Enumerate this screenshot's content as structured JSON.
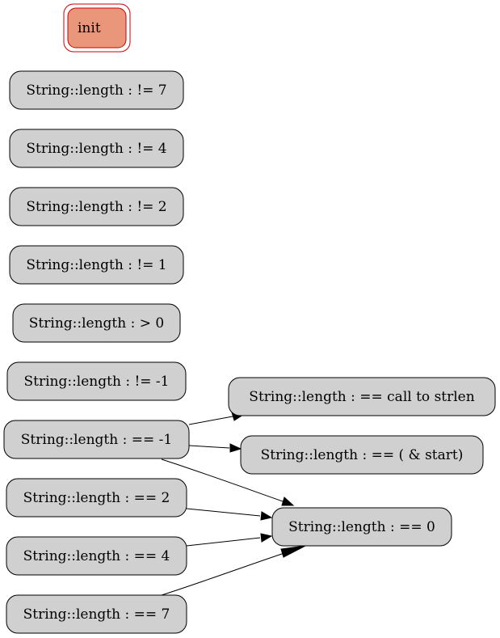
{
  "graph": {
    "nodes": [
      {
        "id": "init",
        "label": "init",
        "style": "initial"
      },
      {
        "id": "ne7",
        "label": "String::length : != 7"
      },
      {
        "id": "ne4",
        "label": "String::length : != 4"
      },
      {
        "id": "ne2",
        "label": "String::length : != 2"
      },
      {
        "id": "ne1",
        "label": "String::length : != 1"
      },
      {
        "id": "gt0",
        "label": "String::length : > 0"
      },
      {
        "id": "neNeg1",
        "label": "String::length : != -1"
      },
      {
        "id": "eqNeg1",
        "label": "String::length : == -1"
      },
      {
        "id": "eq2",
        "label": "String::length : == 2"
      },
      {
        "id": "eq4",
        "label": "String::length : == 4"
      },
      {
        "id": "eq7",
        "label": "String::length : == 7"
      },
      {
        "id": "strlen",
        "label": "String::length : == call to strlen"
      },
      {
        "id": "start",
        "label": "String::length : == ( & start)"
      },
      {
        "id": "eq0",
        "label": "String::length : == 0"
      }
    ],
    "edges": [
      {
        "from": "eqNeg1",
        "to": "strlen"
      },
      {
        "from": "eqNeg1",
        "to": "start"
      },
      {
        "from": "eqNeg1",
        "to": "eq0"
      },
      {
        "from": "eq2",
        "to": "eq0"
      },
      {
        "from": "eq4",
        "to": "eq0"
      },
      {
        "from": "eq7",
        "to": "eq0"
      }
    ],
    "colors": {
      "node_fill": "#d0d0d0",
      "initial_fill": "#e9967a",
      "initial_stroke": "#cc0000",
      "edge": "#000000"
    }
  }
}
